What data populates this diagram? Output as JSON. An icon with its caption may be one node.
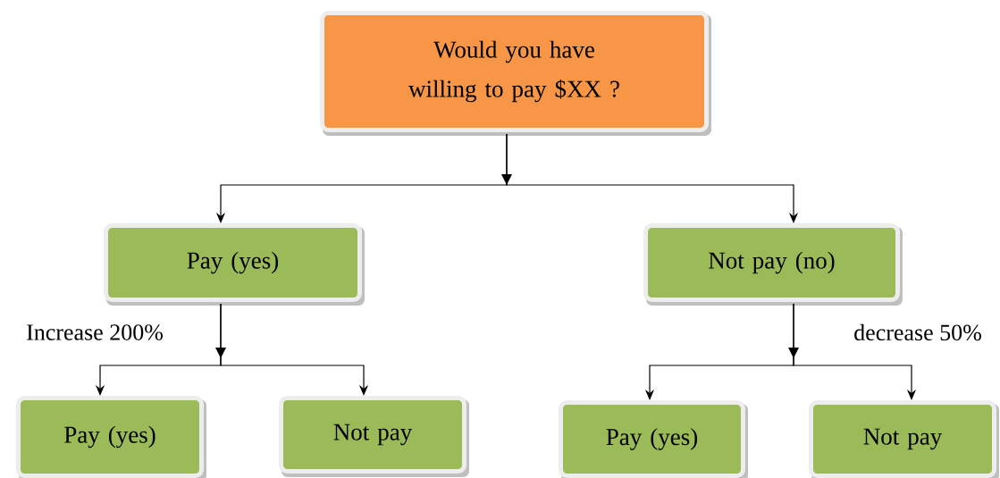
{
  "diagram": {
    "nodes": [
      {
        "text": [
          "Would you have willing to pay $XX ?"
        ]
      },
      {
        "text": [
          "Pay (yes)"
        ]
      },
      {
        "text": [
          "Not pay (no)"
        ]
      },
      {
        "text": [
          "Pay (yes)"
        ]
      },
      {
        "text": [
          "Not pay"
        ]
      },
      {
        "text": [
          "Pay (yes)"
        ]
      },
      {
        "text": [
          "Not pay"
        ]
      }
    ],
    "edges": [
      {
        "from": 0,
        "to": 1,
        "arrow": "to"
      },
      {
        "from": 0,
        "to": 2,
        "arrow": "to"
      },
      {
        "from": 1,
        "to": 3,
        "arrow": "to"
      },
      {
        "from": 1,
        "to": 4,
        "arrow": "to"
      },
      {
        "from": 2,
        "to": 5,
        "arrow": "to"
      },
      {
        "from": 2,
        "to": 6,
        "arrow": "to"
      }
    ],
    "labels": [
      "Increase 200%",
      "decrease 50%"
    ]
  }
}
